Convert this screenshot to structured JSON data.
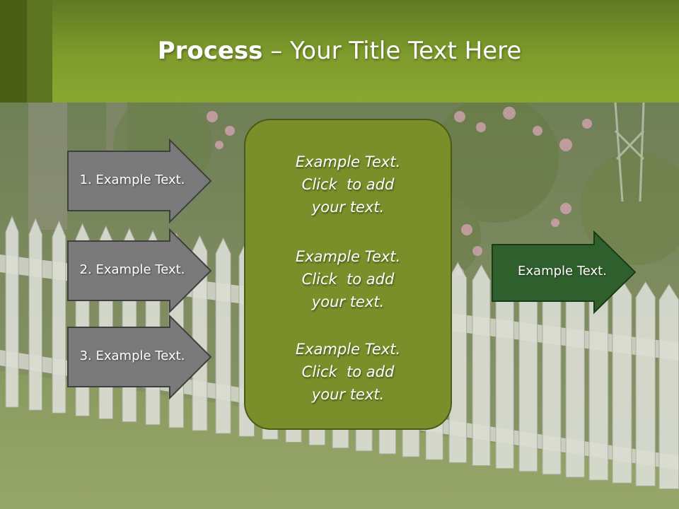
{
  "title": {
    "bold": "Process",
    "rest": " – Your Title Text Here"
  },
  "colors": {
    "title_bar": "#7f9c2c",
    "left_arrow_fill": "#7a7a7a",
    "center_box_fill": "#7a8f2a",
    "right_arrow_fill": "#2f5f2c"
  },
  "left_items": [
    {
      "label": "1. Example Text."
    },
    {
      "label": "2. Example Text."
    },
    {
      "label": "3. Example Text."
    }
  ],
  "center_blocks": [
    {
      "lines": [
        "Example Text.",
        "Click  to add",
        "your text."
      ]
    },
    {
      "lines": [
        "Example Text.",
        "Click  to add",
        "your text."
      ]
    },
    {
      "lines": [
        "Example Text.",
        "Click  to add",
        "your text."
      ]
    }
  ],
  "right_item": {
    "label": "Example Text."
  }
}
